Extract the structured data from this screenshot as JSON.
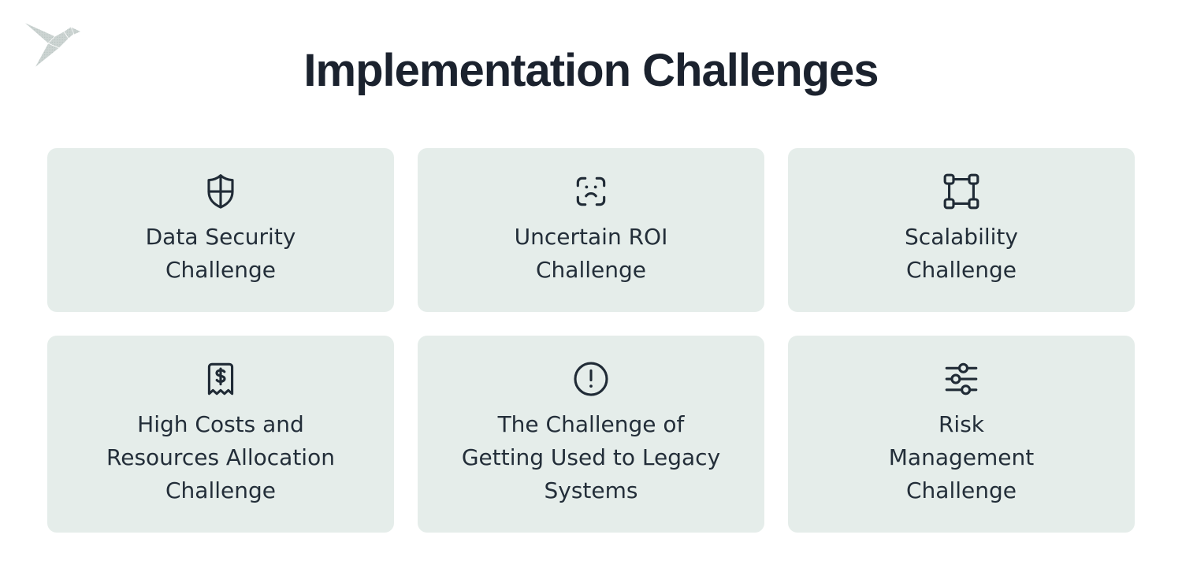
{
  "header": {
    "title": "Implementation Challenges"
  },
  "logo": {
    "name": "origami-bird-logo"
  },
  "colors": {
    "background": "#ffffff",
    "card_bg": "#e5edea",
    "title_text": "#1b222e",
    "card_text": "#232e39",
    "icon_stroke": "#202b36",
    "logo_base": "#ccd4d2",
    "logo_dots": "#b4bfbd"
  },
  "cards": [
    {
      "id": "data-security",
      "icon": "shield-cross-icon",
      "lines": [
        "Data Security",
        "Challenge"
      ]
    },
    {
      "id": "uncertain-roi",
      "icon": "scan-face-frown-icon",
      "lines": [
        "Uncertain ROI",
        "Challenge"
      ]
    },
    {
      "id": "scalability",
      "icon": "vector-square-icon",
      "lines": [
        "Scalability",
        "Challenge"
      ]
    },
    {
      "id": "high-costs",
      "icon": "receipt-dollar-icon",
      "lines": [
        "High Costs and",
        "Resources Allocation",
        "Challenge"
      ]
    },
    {
      "id": "legacy-systems",
      "icon": "alert-circle-icon",
      "lines": [
        "The Challenge of",
        "Getting Used to Legacy",
        "Systems"
      ]
    },
    {
      "id": "risk-management",
      "icon": "sliders-icon",
      "lines": [
        "Risk",
        "Management",
        "Challenge"
      ]
    }
  ]
}
